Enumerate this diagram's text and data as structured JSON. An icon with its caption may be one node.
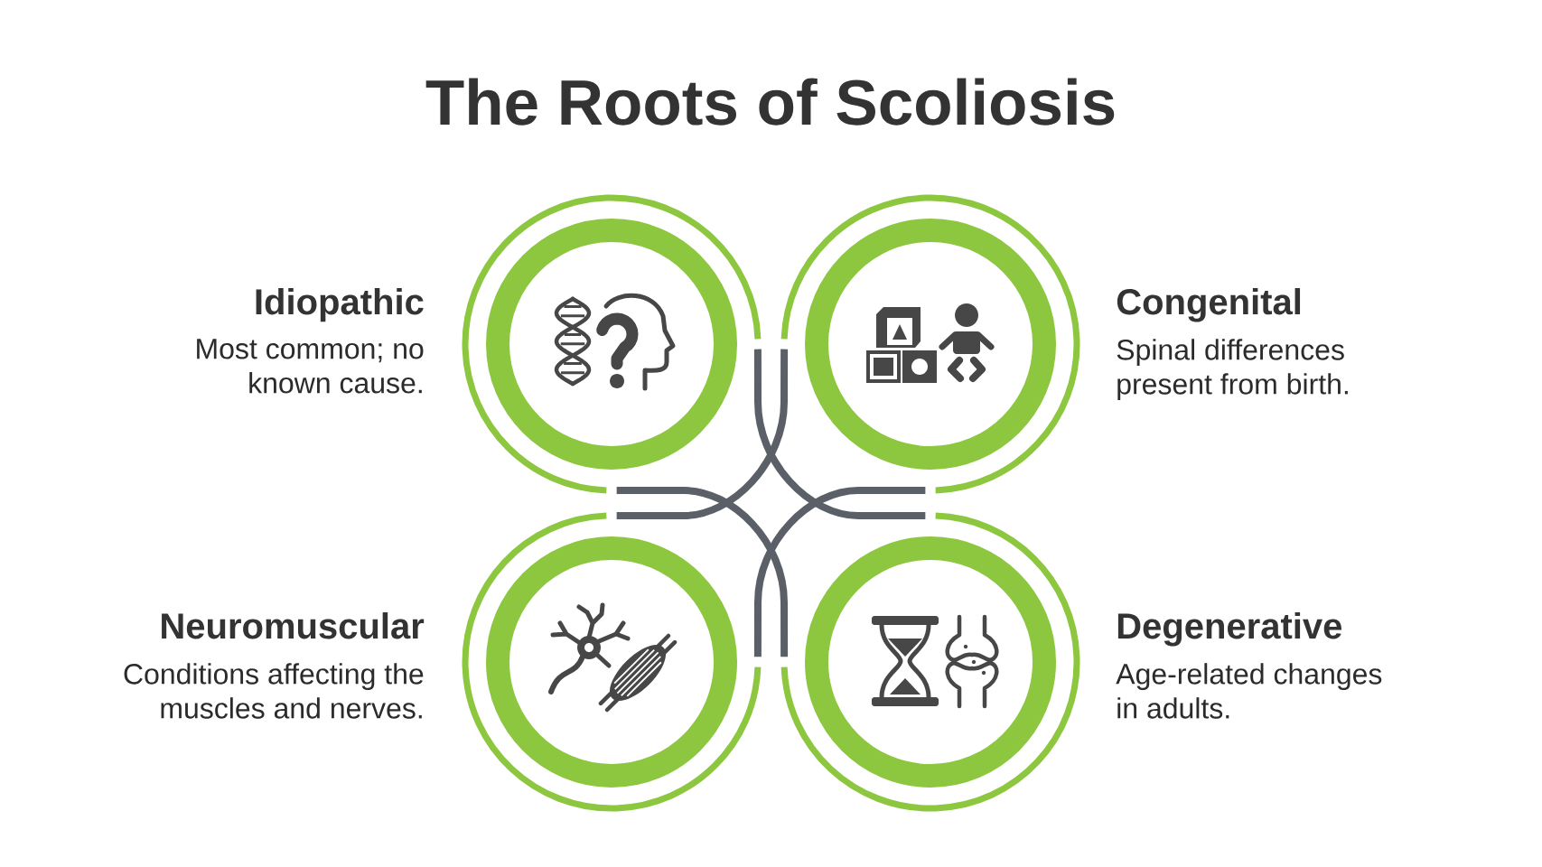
{
  "diagram": {
    "title": "The Roots of Scoliosis",
    "nodes": [
      {
        "text": [
          "Idiopathic",
          "Most common; no known cause."
        ]
      },
      {
        "text": [
          "Congenital",
          "Spinal differences present from birth."
        ]
      },
      {
        "text": [
          "Neuromuscular",
          "Conditions affecting the muscles and nerves."
        ]
      },
      {
        "text": [
          "Degenerative",
          "Age-related changes in adults."
        ]
      }
    ],
    "edges": [
      {
        "from": 0,
        "to": 3,
        "arrow": "none"
      },
      {
        "from": 1,
        "to": 2,
        "arrow": "none"
      },
      {
        "from": 0,
        "to": 3,
        "arrow": "none"
      },
      {
        "from": 1,
        "to": 2,
        "arrow": "none"
      }
    ]
  }
}
